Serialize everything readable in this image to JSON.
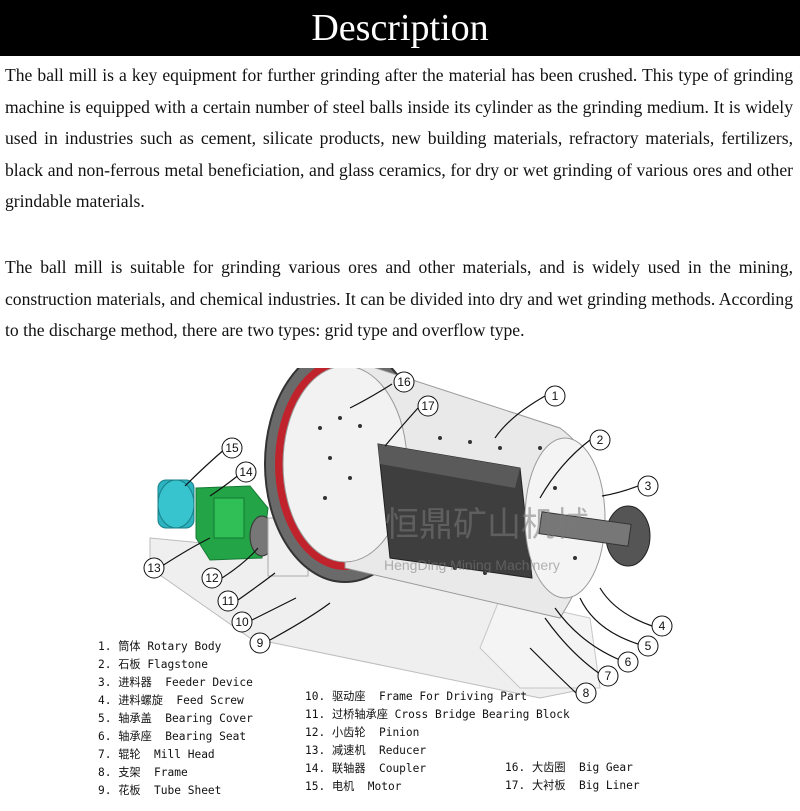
{
  "header": {
    "title": "Description"
  },
  "paragraphs": [
    "The ball mill is a key equipment for further grinding after the material has been crushed. This type of grinding machine is equipped with a certain number of steel balls inside its cylinder as the grinding medium. It is widely used in industries such as cement, silicate products, new building materials, refractory materials, fertilizers, black and non-ferrous metal beneficiation, and glass ceramics, for dry or wet grinding of various ores and other grindable materials.",
    "The ball mill is suitable for grinding various ores and other materials, and is widely used in the mining, construction materials, and chemical industries. It can be divided into dry and wet grinding methods. According to the discharge method, there are two types: grid type and overflow type."
  ],
  "figure": {
    "watermark": {
      "cn": "恒鼎矿山机械",
      "en": "HengDing Mining Machinery"
    },
    "callouts": [
      "1",
      "2",
      "3",
      "4",
      "5",
      "6",
      "7",
      "8",
      "9",
      "10",
      "11",
      "12",
      "13",
      "14",
      "15",
      "16",
      "17"
    ],
    "colors": {
      "motor": "#2bb3c0",
      "reducer": "#22a447",
      "gear": "#c0232b",
      "body": "#e8e8e8",
      "liner": "#3a3a3a",
      "frame": "#f2f2f2"
    }
  },
  "legend": {
    "col1": [
      "1. 筒体 Rotary Body",
      "2. 石板 Flagstone",
      "3. 进料器  Feeder Device",
      "4. 进料螺旋  Feed Screw",
      "5. 轴承盖  Bearing Cover",
      "6. 轴承座  Bearing Seat",
      "7. 辊轮  Mill Head",
      "8. 支架  Frame",
      "9. 花板  Tube Sheet"
    ],
    "col2": [
      "10. 驱动座  Frame For Driving Part",
      "11. 过桥轴承座 Cross Bridge Bearing Block",
      "12. 小齿轮  Pinion",
      "13. 减速机  Reducer",
      "14. 联轴器  Coupler",
      "15. 电机  Motor"
    ],
    "col3": [
      "16. 大齿圈  Big Gear",
      "17. 大衬板  Big Liner"
    ]
  }
}
